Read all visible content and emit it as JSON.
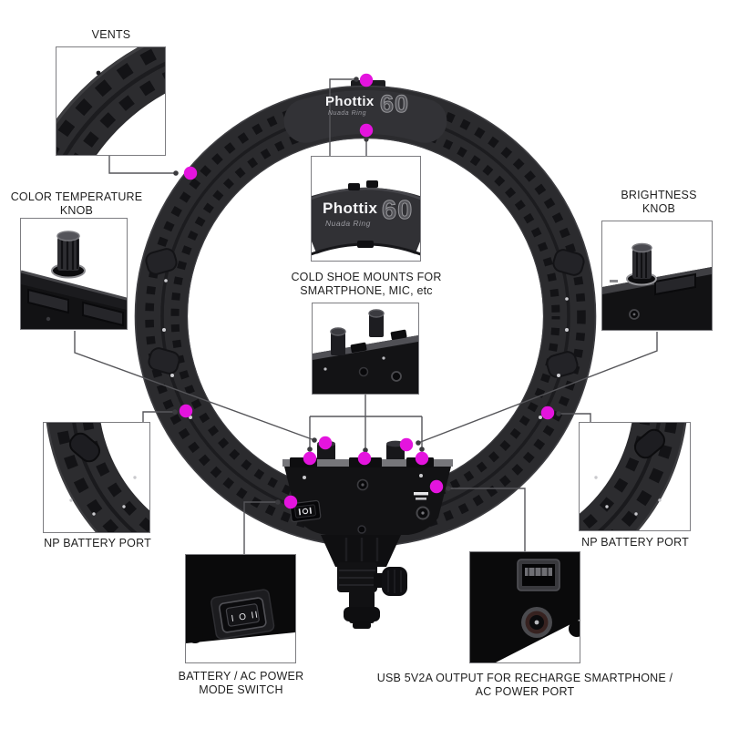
{
  "product_logo": {
    "brand": "Phottix",
    "series": "Nuada Ring",
    "model_number": "60"
  },
  "callouts": {
    "vents": {
      "label": "VENTS"
    },
    "color_temperature_knob": {
      "line1": "COLOR TEMPERATURE",
      "line2": "KNOB"
    },
    "brightness_knob": {
      "line1": "BRIGHTNESS",
      "line2": "KNOB"
    },
    "cold_shoe_mounts": {
      "line1": "COLD SHOE MOUNTS FOR",
      "line2": "SMARTPHONE, MIC, etc"
    },
    "np_battery_port_left": {
      "label": "NP BATTERY PORT"
    },
    "np_battery_port_right": {
      "label": "NP BATTERY PORT"
    },
    "battery_ac_power_mode_switch": {
      "line1": "BATTERY / AC POWER",
      "line2": "MODE SWITCH"
    },
    "usb_output": {
      "line1": "USB 5V2A OUTPUT FOR RECHARGE SMARTPHONE /",
      "line2": "AC POWER PORT"
    }
  },
  "switch_markings": "I O II",
  "colors": {
    "marker_dot": "#E414DE",
    "connector_line": "#56565a",
    "label_text": "#1f1f1f",
    "ring_body": "#2b2b2e"
  }
}
